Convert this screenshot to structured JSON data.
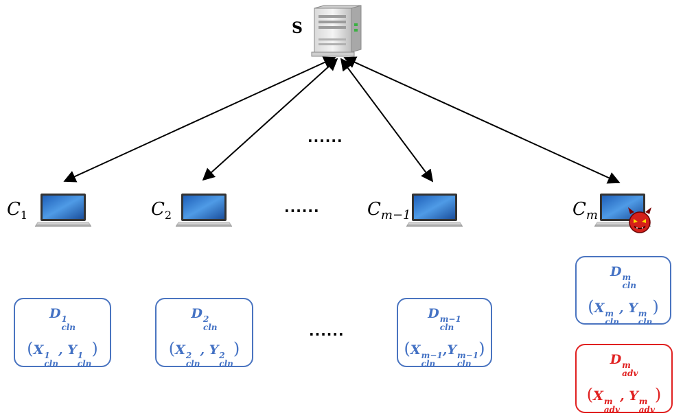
{
  "server": {
    "label": "S",
    "icon": "server-icon"
  },
  "clients": [
    {
      "name": "C",
      "sub": "1",
      "icon": "laptop-icon",
      "malicious": false
    },
    {
      "name": "C",
      "sub": "2",
      "icon": "laptop-icon",
      "malicious": false
    },
    {
      "name": "C",
      "sub": "m−1",
      "icon": "laptop-icon",
      "malicious": false
    },
    {
      "name": "C",
      "sub": "m",
      "icon": "laptop-icon",
      "malicious": true,
      "badge_icon": "devil-icon"
    }
  ],
  "ellipsis": "......",
  "datasets": [
    {
      "D": "D",
      "sup": "1",
      "sub": "cln",
      "X": "X",
      "Y": "Y",
      "type": "clean"
    },
    {
      "D": "D",
      "sup": "2",
      "sub": "cln",
      "X": "X",
      "Y": "Y",
      "type": "clean"
    },
    {
      "D": "D",
      "sup": "m−1",
      "sub": "cln",
      "X": "X",
      "Y": "Y",
      "type": "clean"
    },
    {
      "D": "D",
      "sup": "m",
      "sub": "cln",
      "X": "X",
      "Y": "Y",
      "type": "clean"
    },
    {
      "D": "D",
      "sup": "m",
      "sub": "adv",
      "X": "X",
      "Y": "Y",
      "type": "adversarial"
    }
  ],
  "colors": {
    "clean": "#4472c4",
    "adversarial": "#e02020",
    "arrow": "#000000"
  }
}
